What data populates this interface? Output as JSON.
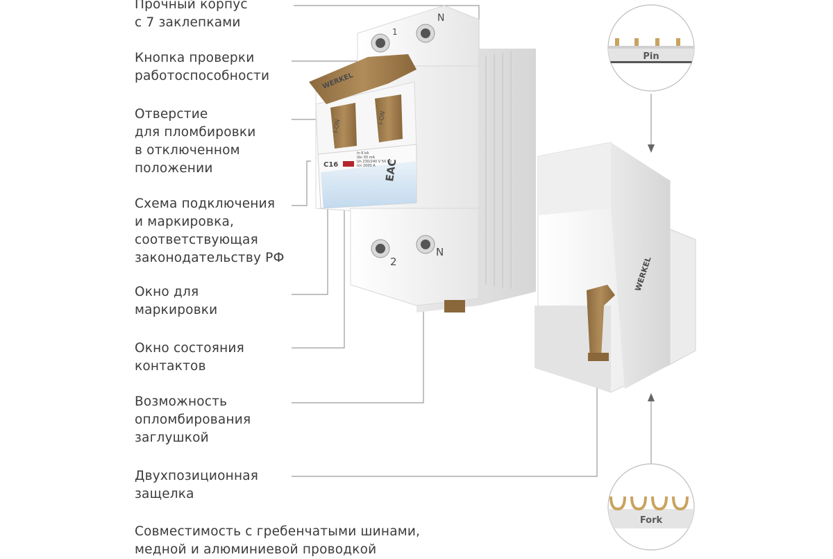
{
  "features": [
    {
      "lines": [
        "Прочный корпус",
        "с 7 заклепками"
      ]
    },
    {
      "lines": [
        "Кнопка проверки",
        "работоспособности"
      ]
    },
    {
      "lines": [
        "Отверстие",
        "для пломбировки",
        "в отключенном",
        "положении"
      ]
    },
    {
      "lines": [
        "Схема подключения",
        "и маркировка,",
        "соответствующая",
        "законодательству РФ"
      ]
    },
    {
      "lines": [
        "Окно для",
        "маркировки"
      ]
    },
    {
      "lines": [
        "Окно состояния",
        "контактов"
      ]
    },
    {
      "lines": [
        "Возможность",
        "опломбирования",
        "заглушкой"
      ]
    },
    {
      "lines": [
        "Двухпозиционная",
        "защелка"
      ]
    },
    {
      "lines": [
        "Совместимость с гребенчатыми шинами,",
        "медной и алюминиевой проводкой"
      ]
    }
  ],
  "connectors": {
    "pin_label": "Pin",
    "fork_label": "Fork"
  },
  "device": {
    "brand": "WERKEL",
    "rating": "C16",
    "handle_label": "I-ON",
    "cert_mark": "EAC",
    "terminal_top_left": "1",
    "terminal_top_right": "N",
    "terminal_bottom_left": "2",
    "terminal_bottom_right": "N",
    "spec_lines": [
      "In 6 kA",
      "IΔn 30 mA",
      "Un 230/240 V 50 Hz",
      "Icn 2000 A"
    ],
    "side_brand": "WERKEL"
  },
  "colors": {
    "text": "#3b3b3b",
    "leader": "#9a9a9a",
    "handle": "#a3804f",
    "housing": "#f2f2f2",
    "window": "#cfe3f3",
    "indicator": "#b3262e",
    "pin_gold": "#c9a35f"
  }
}
